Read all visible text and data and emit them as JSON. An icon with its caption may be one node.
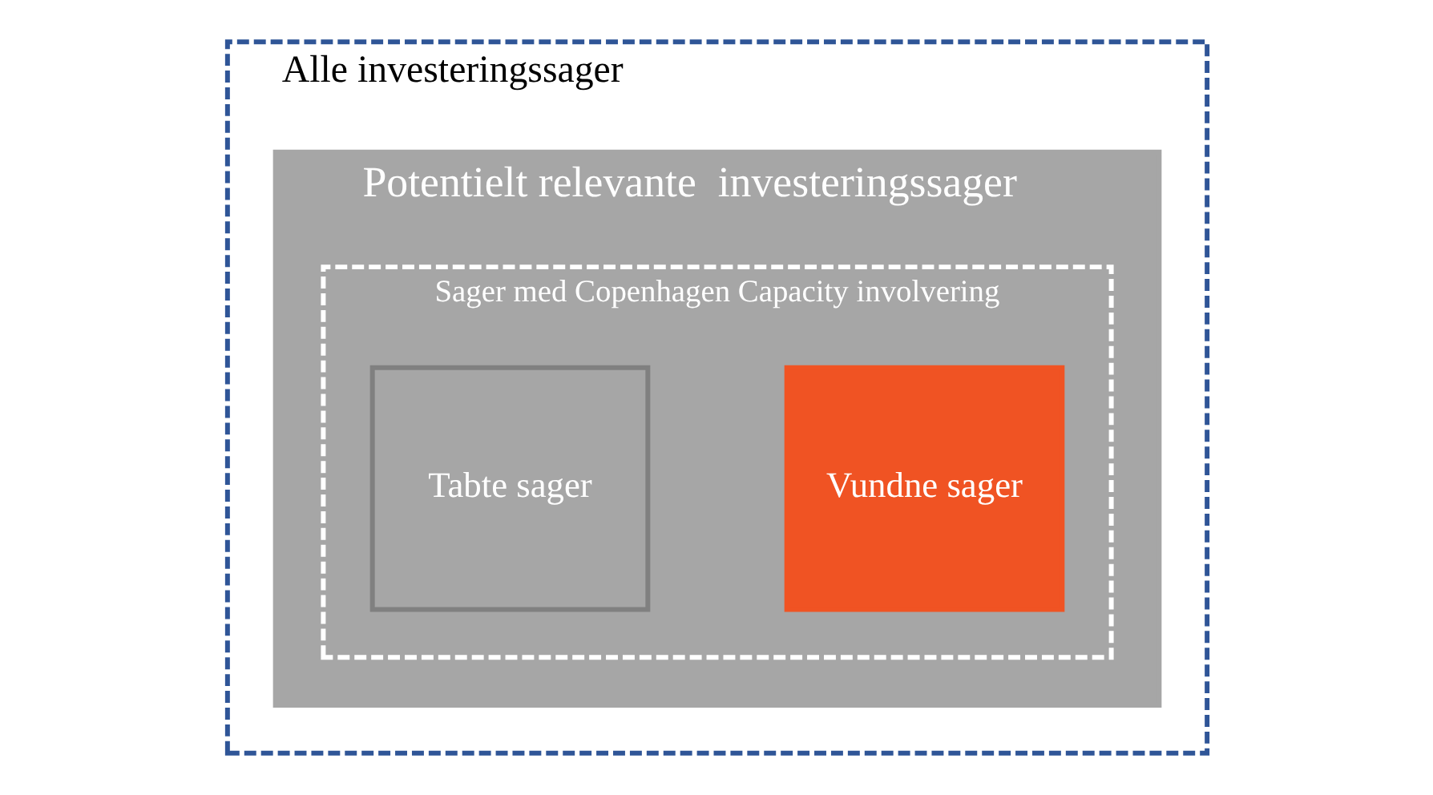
{
  "diagram": {
    "nodes": [
      {
        "text": [
          "Alle investeringssager"
        ]
      },
      {
        "text": [
          "Potentielt relevante  investeringssager"
        ],
        "in": 0
      },
      {
        "text": [
          "Sager med Copenhagen Capacity involvering"
        ],
        "in": 1
      },
      {
        "text": [
          "Vundne sager"
        ],
        "in": 2
      },
      {
        "text": [
          "Tabte sager"
        ],
        "in": 2
      }
    ]
  }
}
